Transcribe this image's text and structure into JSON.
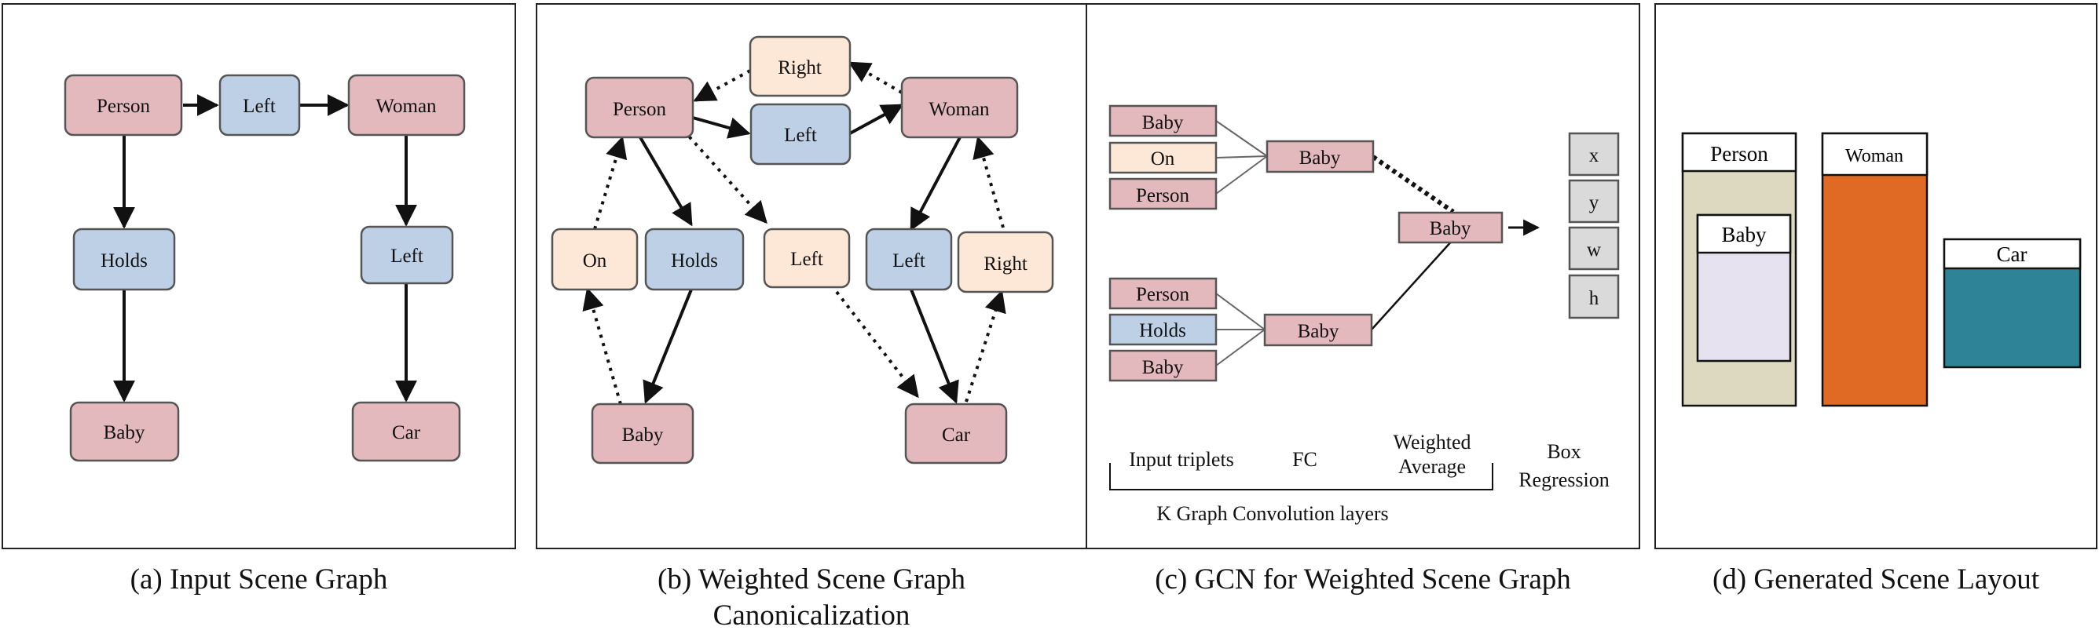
{
  "panel_a": {
    "nodes": {
      "person": "Person",
      "left": "Left",
      "woman": "Woman",
      "holds": "Holds",
      "left2": "Left",
      "baby": "Baby",
      "car": "Car"
    },
    "caption": "(a) Input Scene Graph"
  },
  "panel_b": {
    "nodes": {
      "right_top": "Right",
      "person": "Person",
      "woman": "Woman",
      "left_top": "Left",
      "on": "On",
      "holds": "Holds",
      "left_mid": "Left",
      "left_right": "Left",
      "right_right": "Right",
      "baby": "Baby",
      "car": "Car"
    },
    "caption_line1": "(b) Weighted Scene Graph",
    "caption_line2": "Canonicalization"
  },
  "panel_c": {
    "triplet1": [
      "Baby",
      "On",
      "Person"
    ],
    "triplet2": [
      "Person",
      "Holds",
      "Baby"
    ],
    "fc1": "Baby",
    "fc2": "Baby",
    "avg": "Baby",
    "outputs": [
      "x",
      "y",
      "w",
      "h"
    ],
    "labels": {
      "input_triplets": "Input triplets",
      "fc": "FC",
      "weighted_l1": "Weighted",
      "weighted_l2": "Average",
      "box_l1": "Box",
      "box_l2": "Regression",
      "k_layers": "K Graph Convolution layers"
    },
    "caption": "(c) GCN for Weighted Scene Graph"
  },
  "panel_d": {
    "boxes": {
      "person": "Person",
      "baby": "Baby",
      "woman": "Woman",
      "car": "Car"
    },
    "colors": {
      "person": "#ddd8c0",
      "baby": "#e6e2ef",
      "woman": "#e06a24",
      "car": "#2e8496"
    },
    "caption": "(d) Generated Scene Layout"
  }
}
